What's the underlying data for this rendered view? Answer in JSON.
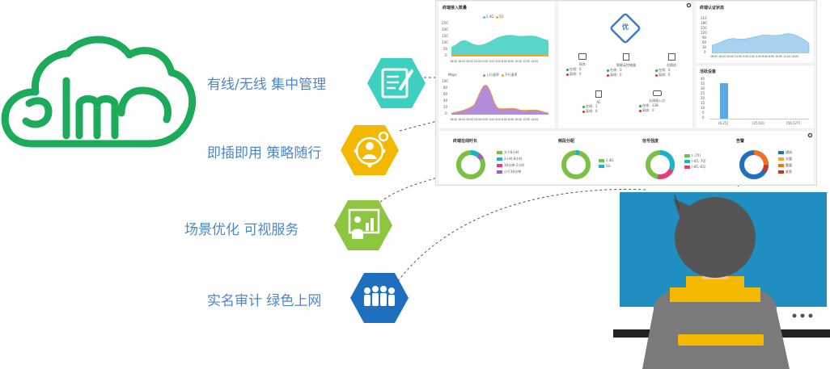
{
  "features": [
    {
      "label": "有线/无线 集中管理",
      "color": "#3dcfc0",
      "icon": "form-edit-icon"
    },
    {
      "label": "即插即用 策略随行",
      "color": "#f5b800",
      "icon": "network-user-icon"
    },
    {
      "label": "场景优化 可视服务",
      "color": "#8cc63f",
      "icon": "presentation-icon"
    },
    {
      "label": "实名审计 绿色上网",
      "color": "#1f6fbf",
      "icon": "group-users-icon"
    }
  ],
  "dashboard": {
    "access": {
      "title": "终端接入数量",
      "legend": [
        "2.4G",
        "5G"
      ],
      "y_ticks": [
        "250",
        "200",
        "150",
        "100",
        "50",
        "0"
      ],
      "unit": "Mbps",
      "rate_legend": [
        "上行速率",
        "下行速率"
      ],
      "rate_y_ticks": [
        "100",
        "80",
        "60",
        "40",
        "20",
        "0"
      ],
      "x_ticks": [
        "16:00",
        "18:00",
        "20:00",
        "22:00",
        "0:00",
        "2:00",
        "4:00",
        "6:00",
        "8:00",
        "10:00",
        "12:00",
        "14:00"
      ]
    },
    "topology": {
      "badge": "优",
      "devices": [
        {
          "name": "网关",
          "online": "在线：0",
          "offline": "离线：0"
        },
        {
          "name": "智能云控制器",
          "online": "在线：0",
          "offline": "离线：0"
        },
        {
          "name": "交换机",
          "online": "在线：0",
          "offline": "离线：0"
        },
        {
          "name": "AC",
          "online": "在线：1",
          "offline": "离线：0"
        },
        {
          "name": "无线接入点",
          "online": "在线：138",
          "offline": "离线：0"
        }
      ]
    },
    "auth": {
      "title": "终端认证状态",
      "y_ticks": [
        "210",
        "180",
        "150",
        "120",
        "90",
        "60",
        "30",
        "0"
      ]
    },
    "active": {
      "title": "活跃设备",
      "y_ticks": [
        "40",
        "35",
        "30",
        "25",
        "20",
        "15",
        "10",
        "5",
        "0"
      ],
      "x_ticks": [
        "(0,25]",
        "(25,50]",
        "(50,127]"
      ]
    },
    "online_duration": {
      "title": "终端在线时长",
      "legend": [
        "大于8小时",
        "2小时-8小时",
        "30分钟-2小时",
        "小于30分钟"
      ],
      "colors": [
        "#7ac143",
        "#1bb3c9",
        "#e63e7a",
        "#a05fc3"
      ]
    },
    "band": {
      "title": "频段分配",
      "legend": [
        "2.4G",
        "5G"
      ],
      "colors": [
        "#7ac143",
        "#1bb3c9"
      ]
    },
    "signal": {
      "title": "信号强度",
      "legend": [
        "(-,70]",
        "(-85,-70]",
        "(-85,-65]"
      ],
      "colors": [
        "#7ac143",
        "#1bb3c9",
        "#e63e7a"
      ]
    },
    "alarm": {
      "title": "告警",
      "legend": [
        "通知",
        "次要",
        "重要",
        "紧急"
      ],
      "colors": [
        "#1f6fbf",
        "#f5a623",
        "#f36f21",
        "#c0392b"
      ]
    }
  }
}
